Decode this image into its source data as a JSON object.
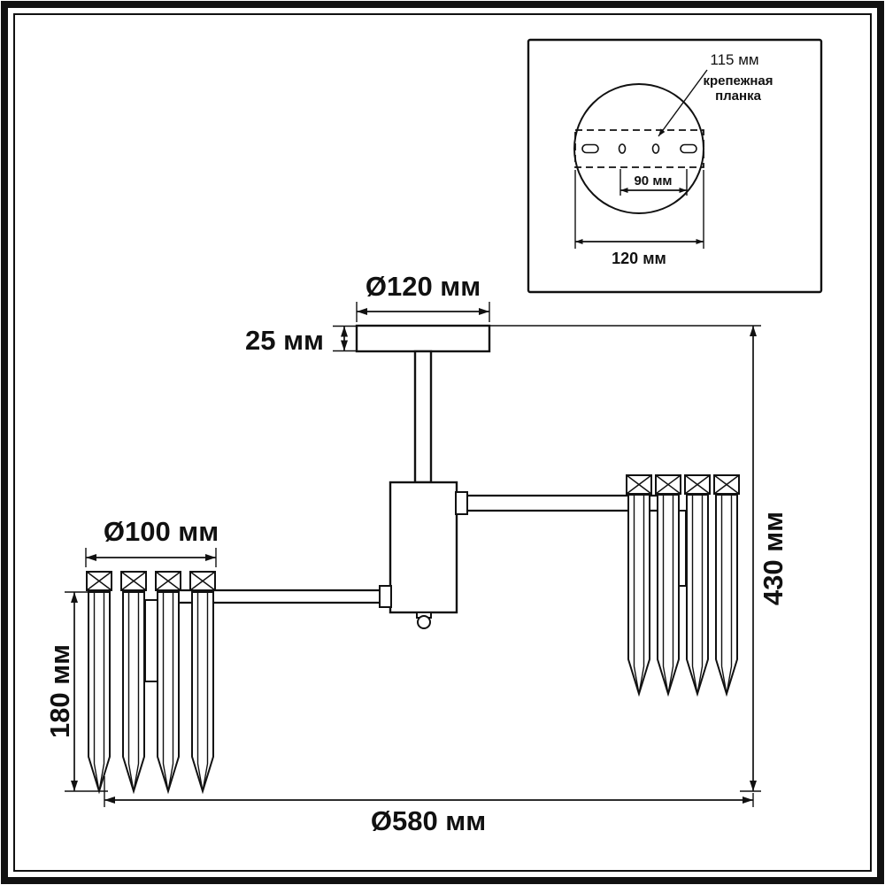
{
  "colors": {
    "line": "#111111",
    "background": "#ffffff"
  },
  "dims": {
    "canopy_diameter": "Ø120 мм",
    "canopy_height": "25 мм",
    "shade_diameter": "Ø100 мм",
    "shade_height": "180 мм",
    "total_height": "430 мм",
    "total_diameter": "Ø580 мм"
  },
  "inset": {
    "bracket_length": "115 мм",
    "bracket_label_line1": "крепежная",
    "bracket_label_line2": "планка",
    "hole_spacing": "90 мм",
    "plate_diameter": "120 мм"
  }
}
